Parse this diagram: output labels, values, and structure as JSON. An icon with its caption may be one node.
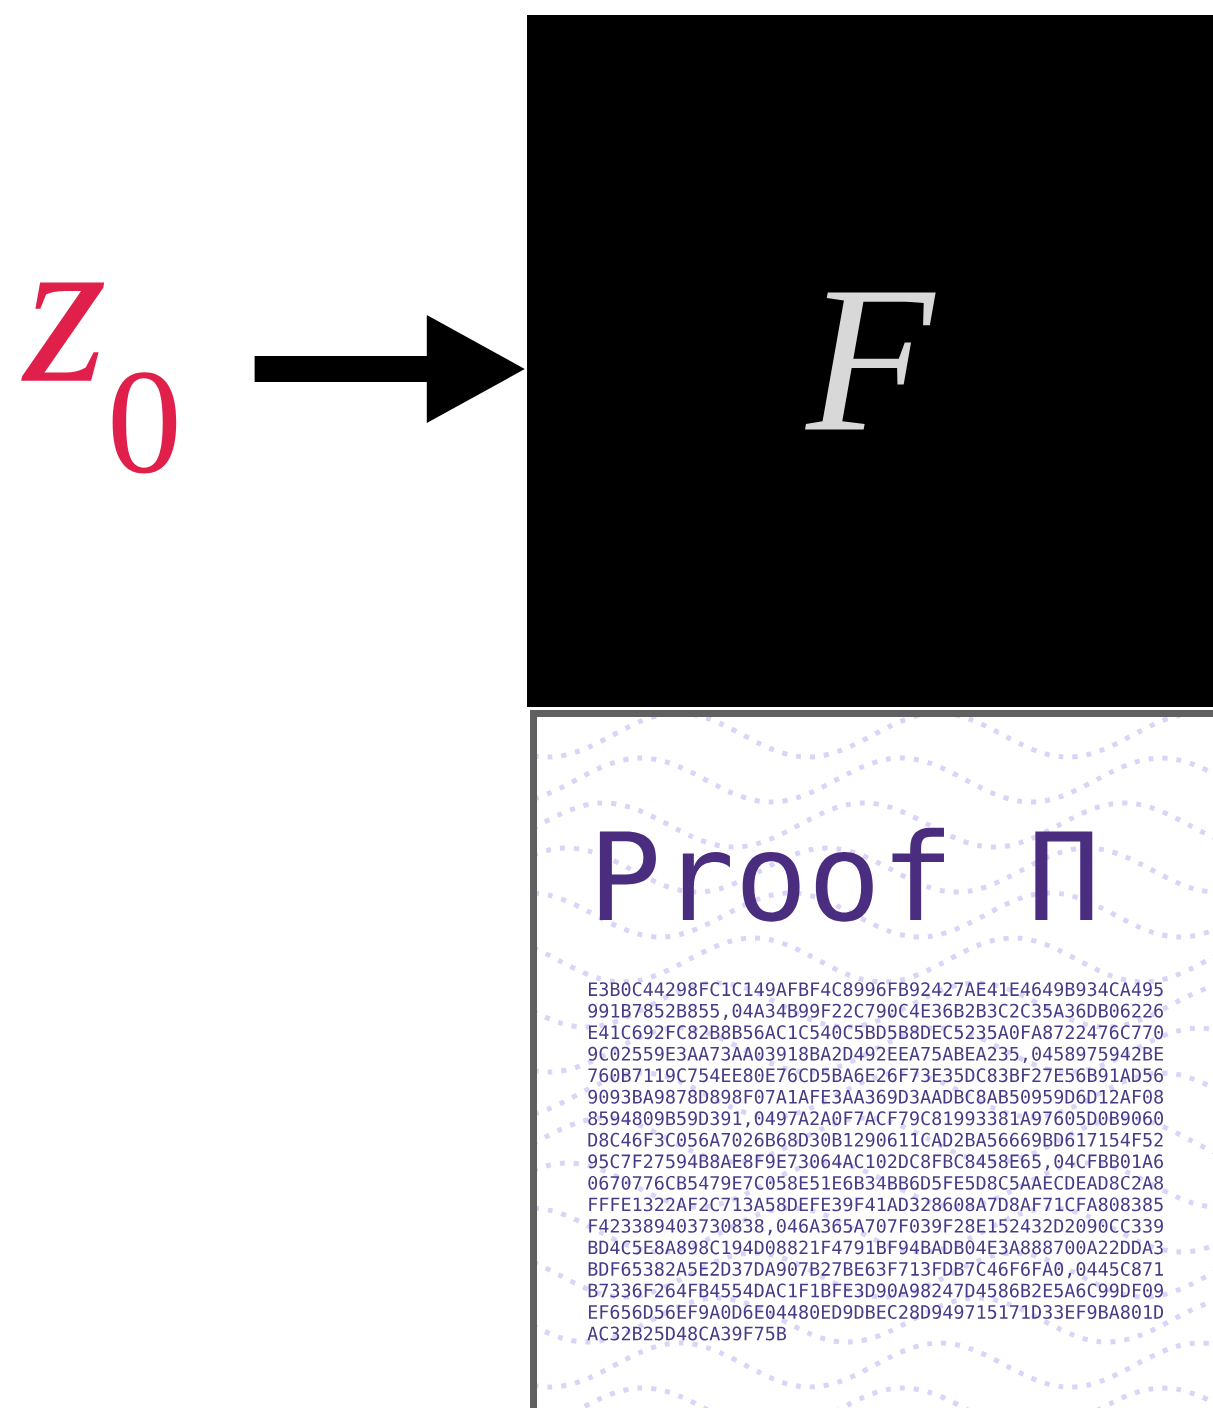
{
  "diagram": {
    "nodes": [
      {
        "text": [
          "*z*$_{0}$"
        ]
      },
      {
        "text": [
          "F"
        ]
      },
      {
        "text": [
          "Proof Π",
          "E3B0C44298FC1C149AFBF4C8996FB92427AE41E4649B934CA495991B7852B855,04A34B99F22C790C4E36B2B3C2C35A36DB06226E41C692FC82B8B56AC1C540C5BD5B8DEC5235A0FA8722476C7709C02559E3AA73AA03918BA2D492EEA75ABEA235,0458975942BE760B7119C754EE80E76CD5BA6E26F73E35DC83BF27E56B91AD569093BA9878D898F07A1AFE3AA369D3AADBC8AB50959D6D12AF088594809B59D391,0497A2A0F7ACF79C81993381A97605D0B9060D8C46F3C056A7026B68D30B1290611CAD2BA56669BD617154F5295C7F27594B8AE8F9E73064AC102DC8FBC8458E65,04CFBB01A60670776CB5479E7C058E51E6B34BB6D5FE5D8C5AAECDEAD8C2A8FFFE1322AF2C713A58DEFE39F41AD328608A7D8AF71CFA808385F423389403730838,046A365A707F039F28E152432D2090CC339BD4C5E8A898C194D08821F4791BF94BADB04E3A888700A22DDA3BDF65382A5E2D37DA907B27BE63F713FDB7C46F6FA0,0445C871B7336F264FB4554DAC1F1BFE3D90A98247D4586B2E5A6C99DF09EF656D56EF9A0D6E04480ED9DBEC28D949715171D33EF9BA801DAC32B25D48CA39F75B"
        ]
      }
    ],
    "edges": [
      {
        "from": 0,
        "to": 1,
        "arrow": "to"
      }
    ]
  }
}
